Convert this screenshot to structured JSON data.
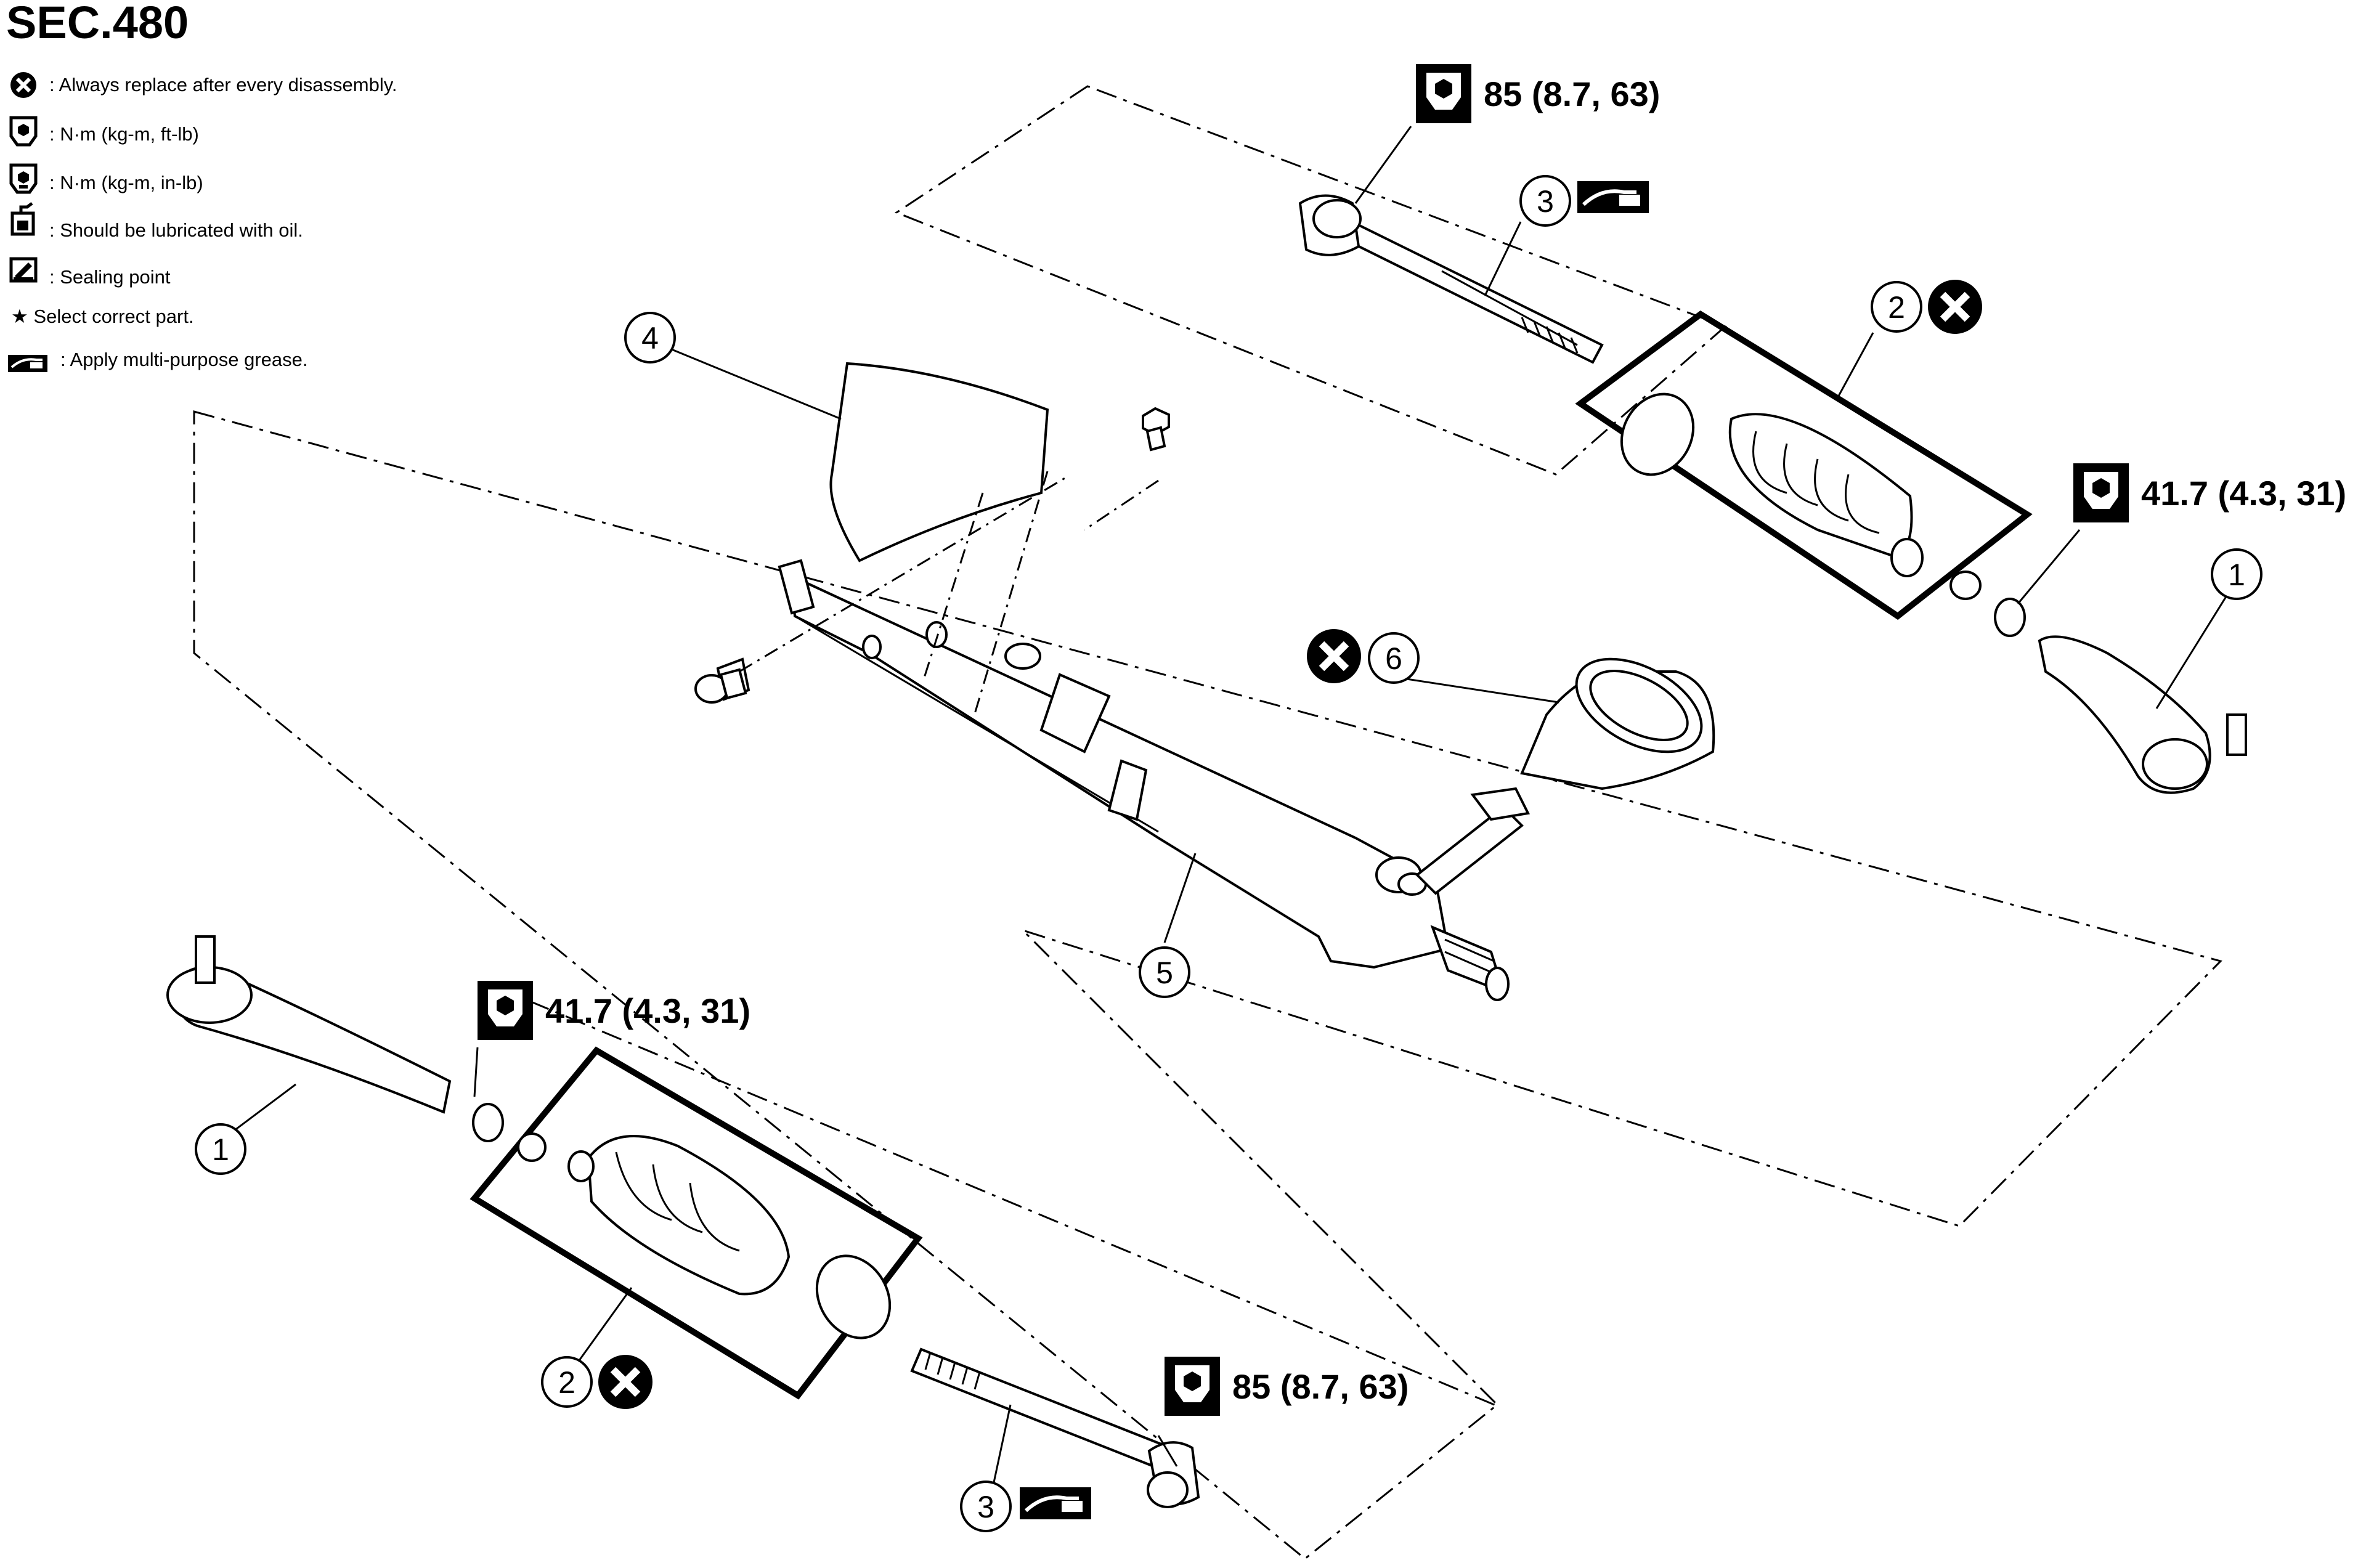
{
  "section": "SEC.480",
  "legend": [
    {
      "icon": "x-circle-icon",
      "text": ": Always replace after every disassembly."
    },
    {
      "icon": "torque-wrench-icon",
      "text": ": N·m (kg-m, ft-lb)"
    },
    {
      "icon": "torque-wrench-small-icon",
      "text": ": N·m (kg-m, in-lb)"
    },
    {
      "icon": "oil-can-icon",
      "text": ": Should be lubricated with oil."
    },
    {
      "icon": "sealant-icon",
      "text": ": Sealing point"
    },
    {
      "icon": "star-icon",
      "text": "★ Select correct part."
    },
    {
      "icon": "grease-icon",
      "text": ": Apply multi-purpose grease."
    }
  ],
  "torques": {
    "inner_tie_rod_top": "85 (8.7, 63)",
    "nut_right": "41.7 (4.3, 31)",
    "nut_left": "41.7 (4.3, 31)",
    "inner_tie_rod_bottom": "85 (8.7, 63)"
  },
  "callouts": {
    "outer_tie_rod": "1",
    "boot": "2",
    "inner_tie_rod": "3",
    "insulator": "4",
    "gear_assembly": "5",
    "column_boot": "6"
  },
  "colors": {
    "ink": "#000000",
    "paper": "#ffffff"
  }
}
